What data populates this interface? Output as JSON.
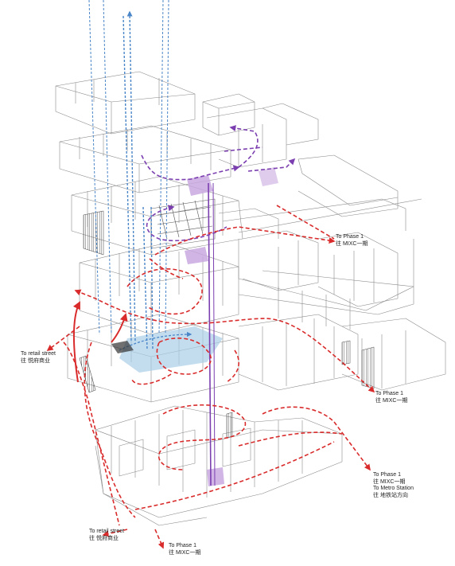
{
  "colors": {
    "circulation_red": "#d92b2b",
    "vertical_purple": "#7b3fb0",
    "vertical_blue": "#4a86c8",
    "highlight_blue": "#a9cfe8",
    "highlight_purple": "#c9a8e0",
    "linework": "#8a8a8a"
  },
  "labels": {
    "retail_top": {
      "en": "To retail street",
      "zh": "往 悦府商业"
    },
    "phase1_upper": {
      "en": "To Phase 1",
      "zh": "往 MIXC一期"
    },
    "phase1_mid": {
      "en": "To Phase 1",
      "zh": "往 MIXC一期"
    },
    "phase1_metro": {
      "en": "To Phase 1",
      "zh": "往 MIXC一期",
      "en2": "To Metro Station",
      "zh2": "往 地铁站方向"
    },
    "retail_bottom": {
      "en": "To retail street",
      "zh": "往 悦府商业"
    },
    "phase1_bottom": {
      "en": "To Phase 1",
      "zh": "往 MIXC一期"
    }
  }
}
